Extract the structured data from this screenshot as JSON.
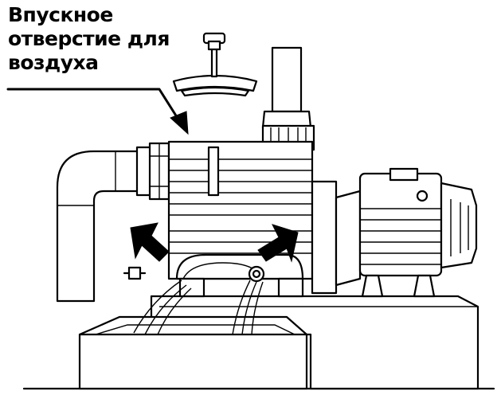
{
  "diagram": {
    "callout_label_lines": [
      "Впускное",
      "отверстие для",
      "воздуха"
    ],
    "colors": {
      "ink": "#000000",
      "paper": "#ffffff"
    }
  }
}
